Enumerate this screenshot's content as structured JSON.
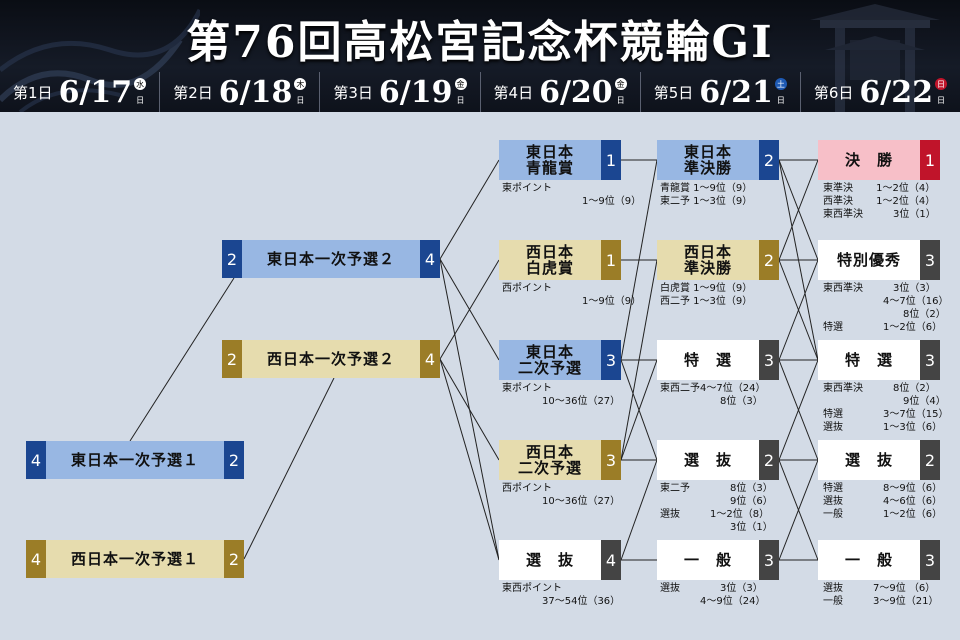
{
  "header": {
    "title": "第76回高松宮記念杯競輪GⅠ",
    "days": [
      {
        "label": "第1日",
        "date": "6/17",
        "wk_top": "水",
        "wk_bot": "日",
        "wk_type": "normal"
      },
      {
        "label": "第2日",
        "date": "6/18",
        "wk_top": "木",
        "wk_bot": "日",
        "wk_type": "normal"
      },
      {
        "label": "第3日",
        "date": "6/19",
        "wk_top": "金",
        "wk_bot": "日",
        "wk_type": "normal"
      },
      {
        "label": "第4日",
        "date": "6/20",
        "wk_top": "金",
        "wk_bot": "日",
        "wk_type": "normal"
      },
      {
        "label": "第5日",
        "date": "6/21",
        "wk_top": "土",
        "wk_bot": "日",
        "wk_type": "sat"
      },
      {
        "label": "第6日",
        "date": "6/22",
        "wk_top": "日",
        "wk_bot": "日",
        "wk_type": "sun"
      }
    ]
  },
  "races": {
    "d1_east": {
      "left": "4",
      "name": "東日本一次予選１",
      "right": "2"
    },
    "d1_west": {
      "left": "4",
      "name": "西日本一次予選１",
      "right": "2"
    },
    "d2_east": {
      "left": "2",
      "name": "東日本一次予選２",
      "right": "4"
    },
    "d2_west": {
      "left": "2",
      "name": "西日本一次予選２",
      "right": "4"
    },
    "d3_seiryu": {
      "name": "東日本\n青龍賞",
      "right": "1"
    },
    "d3_byakko": {
      "name": "西日本\n白虎賞",
      "right": "1"
    },
    "d3_east2": {
      "name": "東日本\n二次予選",
      "right": "3"
    },
    "d3_west2": {
      "name": "西日本\n二次予選",
      "right": "3"
    },
    "d3_senbatsu": {
      "name": "選　抜",
      "right": "4"
    },
    "d4_east_semi": {
      "name": "東日本\n準決勝",
      "right": "2"
    },
    "d4_west_semi": {
      "name": "西日本\n準決勝",
      "right": "2"
    },
    "d4_tokusen": {
      "name": "特　選",
      "right": "3"
    },
    "d4_senbatsu": {
      "name": "選　抜",
      "right": "2"
    },
    "d4_ippan": {
      "name": "一　般",
      "right": "3"
    },
    "d5_final": {
      "name": "決　勝",
      "right": "1"
    },
    "d5_tokubetsu": {
      "name": "特別優秀",
      "right": "3"
    },
    "d5_tokusen": {
      "name": "特　選",
      "right": "3"
    },
    "d5_senbatsu": {
      "name": "選　抜",
      "right": "2"
    },
    "d5_ippan": {
      "name": "一　般",
      "right": "3"
    }
  },
  "notes": {
    "d3_seiryu": "東ポイント\n　　　　　　　　1〜9位（9）",
    "d3_byakko": "西ポイント\n　　　　　　　　1〜9位（9）",
    "d3_east2": "東ポイント\n　　　　10〜36位（27）",
    "d3_west2": "西ポイント\n　　　　10〜36位（27）",
    "d3_senbatsu": "東西ポイント\n　　　　37〜54位（36）",
    "d4_east_semi": "青龍賞 1〜9位（9）\n東二予 1〜3位（9）",
    "d4_west_semi": "白虎賞 1〜9位（9）\n西二予 1〜3位（9）",
    "d4_tokusen": "東西二予4〜7位（24）\n　　　　　　8位（3）",
    "d4_senbatsu": "東二予　　　　8位（3）\n　　　　　　　9位（6）\n選抜　　　1〜2位（8）\n　　　　　　　3位（1）",
    "d4_ippan": "選抜　　　　3位（3）\n　　　　4〜9位（24）",
    "d5_final": "東準決　　 1〜2位（4）\n西準決　　 1〜2位（4）\n東西準決　　　3位（1）",
    "d5_tokubetsu": "東西準決　　　3位（3）\n　　　　　　4〜7位（16）\n　　　　　　　　8位（2）\n特選　　　　1〜2位（6）",
    "d5_tokusen": "東西準決　　　8位（2）\n　　　　　　　　9位（4）\n特選　　　　3〜7位（15）\n選抜　　　　1〜3位（6）",
    "d5_senbatsu": "特選　　　　8〜9位（6）\n選抜　　　　4〜6位（6）\n一般　　　　1〜2位（6）",
    "d5_ippan": "選抜　　　7〜9位 （6）\n一般　　　3〜9位（21）"
  }
}
